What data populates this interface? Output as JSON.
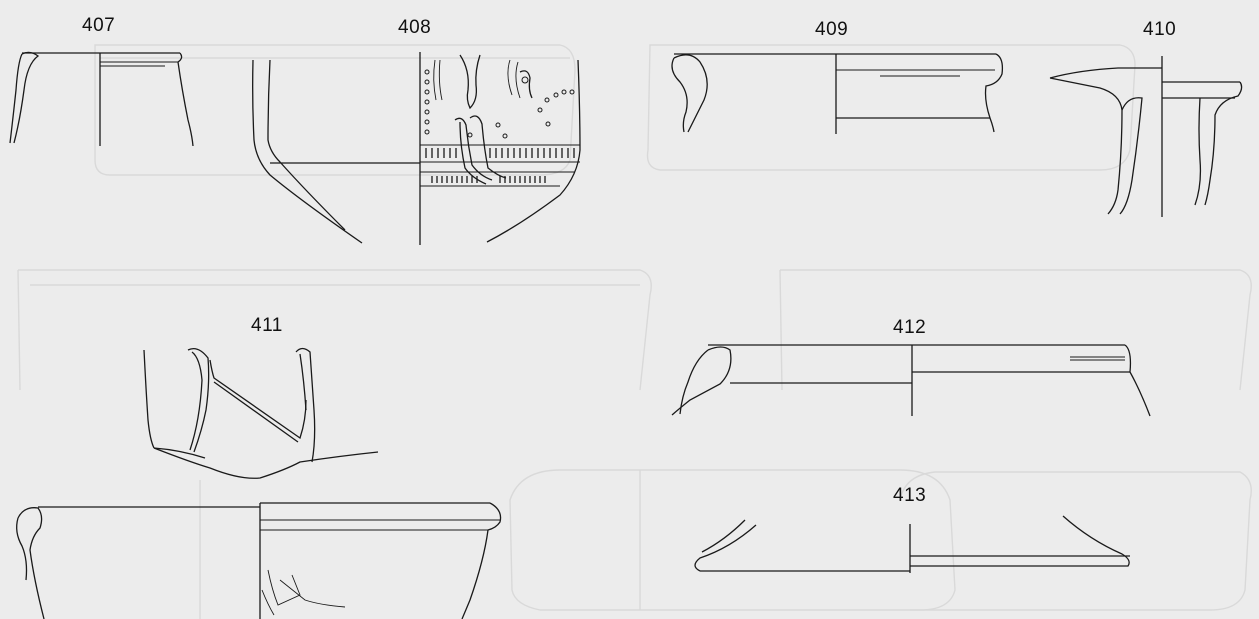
{
  "labels": {
    "f407": "407",
    "f408": "408",
    "f409": "409",
    "f410": "410",
    "f411": "411",
    "f412": "412",
    "f413": "413"
  },
  "colors": {
    "background": "#ececec",
    "ink": "#1a1a1a",
    "showthrough": "#d9d9d9"
  }
}
